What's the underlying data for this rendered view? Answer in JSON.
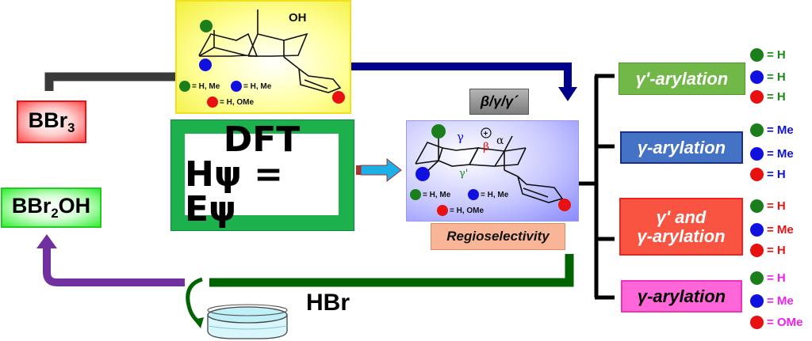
{
  "reagents": {
    "bbr3": {
      "base": "BBr",
      "sub": "3",
      "color": "#ff4d4d"
    },
    "bbr2oh": {
      "base": "BBr",
      "sub": "2",
      "tail": "OH",
      "color": "#33ee33"
    },
    "hbr": "HBr"
  },
  "substrate": {
    "oh_label": "OH",
    "legend": [
      {
        "dot": "#1a7f1a",
        "text": "= H, Me"
      },
      {
        "dot": "#1010e0",
        "text": "= H, Me"
      },
      {
        "dot": "#e81010",
        "text": "= H, OMe"
      }
    ]
  },
  "dft": {
    "line1": "DFT",
    "line2": "Hψ = Eψ"
  },
  "intermediate": {
    "selector_label": "β/γ/γ´",
    "labels": {
      "gamma": "γ",
      "beta": "β",
      "alpha": "α",
      "gamma_prime": "γ'",
      "charge": "+"
    },
    "legend": [
      {
        "dot": "#1a7f1a",
        "text": "= H, Me"
      },
      {
        "dot": "#1010e0",
        "text": "= H, Me"
      },
      {
        "dot": "#e81010",
        "text": "= H, OMe"
      }
    ],
    "caption": "Regioselectivity"
  },
  "outcomes": [
    {
      "label_lines": [
        "γ'-arylation"
      ],
      "text_color": "#1a8a1a",
      "values": [
        {
          "dot": "#1a7f1a",
          "text": "= H"
        },
        {
          "dot": "#1010e0",
          "text": "= H"
        },
        {
          "dot": "#e81010",
          "text": "= H"
        }
      ]
    },
    {
      "label_lines": [
        "γ-arylation"
      ],
      "text_color": "#1010e0",
      "values": [
        {
          "dot": "#1a7f1a",
          "text": "= Me"
        },
        {
          "dot": "#1010e0",
          "text": "= Me"
        },
        {
          "dot": "#e81010",
          "text": "= H"
        }
      ]
    },
    {
      "label_lines": [
        "γ' and",
        "γ-arylation"
      ],
      "text_color": "#ee1111",
      "values": [
        {
          "dot": "#1a7f1a",
          "text": "= H"
        },
        {
          "dot": "#1010e0",
          "text": "= Me"
        },
        {
          "dot": "#e81010",
          "text": "= H"
        }
      ]
    },
    {
      "label_lines": [
        "γ-arylation"
      ],
      "text_color": "#ee22ee",
      "values": [
        {
          "dot": "#1a7f1a",
          "text": "= H"
        },
        {
          "dot": "#1010e0",
          "text": "= Me"
        },
        {
          "dot": "#e81010",
          "text": "= OMe"
        }
      ]
    }
  ],
  "colors": {
    "arrow_dark": "#3a3a3a",
    "arrow_blue": "#00008b",
    "arrow_green": "#006400",
    "arrow_purple": "#7030a0",
    "arrow_cyan": "#1cb0e8"
  }
}
